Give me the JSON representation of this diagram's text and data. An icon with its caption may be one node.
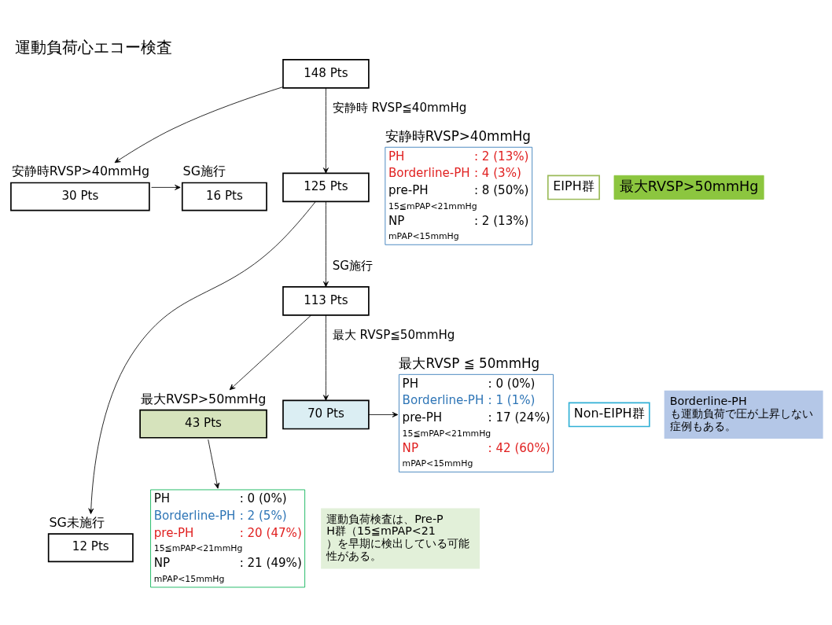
{
  "diagram": {
    "title": "運動負荷心エコー検査",
    "nodes": [
      {
        "text": [
          "148 Pts"
        ]
      },
      {
        "text": [
          "30 Pts"
        ],
        "beside": [
          "安静時RVSP>40mmHg"
        ]
      },
      {
        "text": [
          "16 Pts"
        ],
        "beside": [
          "SG施行"
        ]
      },
      {
        "text": [
          "安静時RVSP>40mmHg",
          "PH",
          ": 2 (13%)",
          "Borderline-PH",
          ": 4 (3%)",
          "pre-PH",
          ": 8 (50%)",
          "15≦mPAP<21mmHg",
          "NP",
          ": 2 (13%)",
          "mPAP<15mmHg"
        ]
      },
      {
        "text": [
          "125 Pts"
        ]
      },
      {
        "text": [
          "12 Pts"
        ],
        "beside": [
          "SG未施行"
        ]
      },
      {
        "text": [
          "EIPH群"
        ]
      },
      {
        "text": [
          "最大RVSP>50mmHg"
        ]
      },
      {
        "text": [
          "PH",
          ": 0 (0%)",
          "Borderline-PH",
          ": 2 (5%)",
          "pre-PH",
          ": 20 (47%)",
          "15≦mPAP<21mmHg",
          "NP",
          ": 21 (49%)",
          "mPAP<15mmHg"
        ]
      },
      {
        "text": [
          "運動負荷検査は、Pre-PH群（15≦mPAP<21）を早期に検出している可能性がある。"
        ]
      },
      {
        "text": [
          "113 Pts"
        ]
      },
      {
        "text": [
          "43 Pts"
        ],
        "beside": [
          "最大RVSP>50mmHg"
        ]
      },
      {
        "text": [
          "Non-EIPH群"
        ]
      },
      {
        "text": [
          "最大RVSP ≦ 50mmHg",
          "PH",
          ": 0 (0%)",
          "Borderline-PH",
          ": 1 (1%)",
          "pre-PH",
          ": 17 (24%)",
          "15≦mPAP<21mmHg",
          "NP",
          ": 42 (60%)",
          "mPAP<15mmHg"
        ]
      },
      {
        "text": [
          "Borderline-PHも運動負荷で圧が上昇しない症例もある。"
        ]
      },
      {
        "text": [
          "70 Pts"
        ]
      }
    ],
    "edges": [
      {
        "from": 0,
        "to": 4,
        "arrow": "to",
        "label": "安静時 RVSP≦40mmHg"
      },
      {
        "from": 0,
        "to": 1,
        "arrow": "to"
      },
      {
        "from": 1,
        "to": 2,
        "arrow": "to"
      },
      {
        "from": 4,
        "to": 5,
        "arrow": "to"
      },
      {
        "from": 4,
        "to": 10,
        "arrow": "to",
        "label": "SG施行"
      },
      {
        "from": 10,
        "to": 11,
        "arrow": "to"
      },
      {
        "from": 10,
        "to": 15,
        "arrow": "to",
        "label": "最大 RVSP≦50mmHg"
      },
      {
        "from": 11,
        "to": 8,
        "arrow": "to"
      },
      {
        "from": 15,
        "to": 13,
        "arrow": "to"
      }
    ]
  }
}
